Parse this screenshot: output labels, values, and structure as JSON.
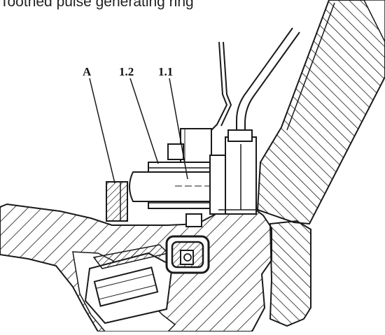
{
  "figure": {
    "caption": "Toothed pulse generating ring",
    "labels": {
      "a": "A",
      "l12": "1.2",
      "l11": "1.1"
    }
  },
  "colors": {
    "ink": "#1a1a1a",
    "paper": "#ffffff"
  }
}
